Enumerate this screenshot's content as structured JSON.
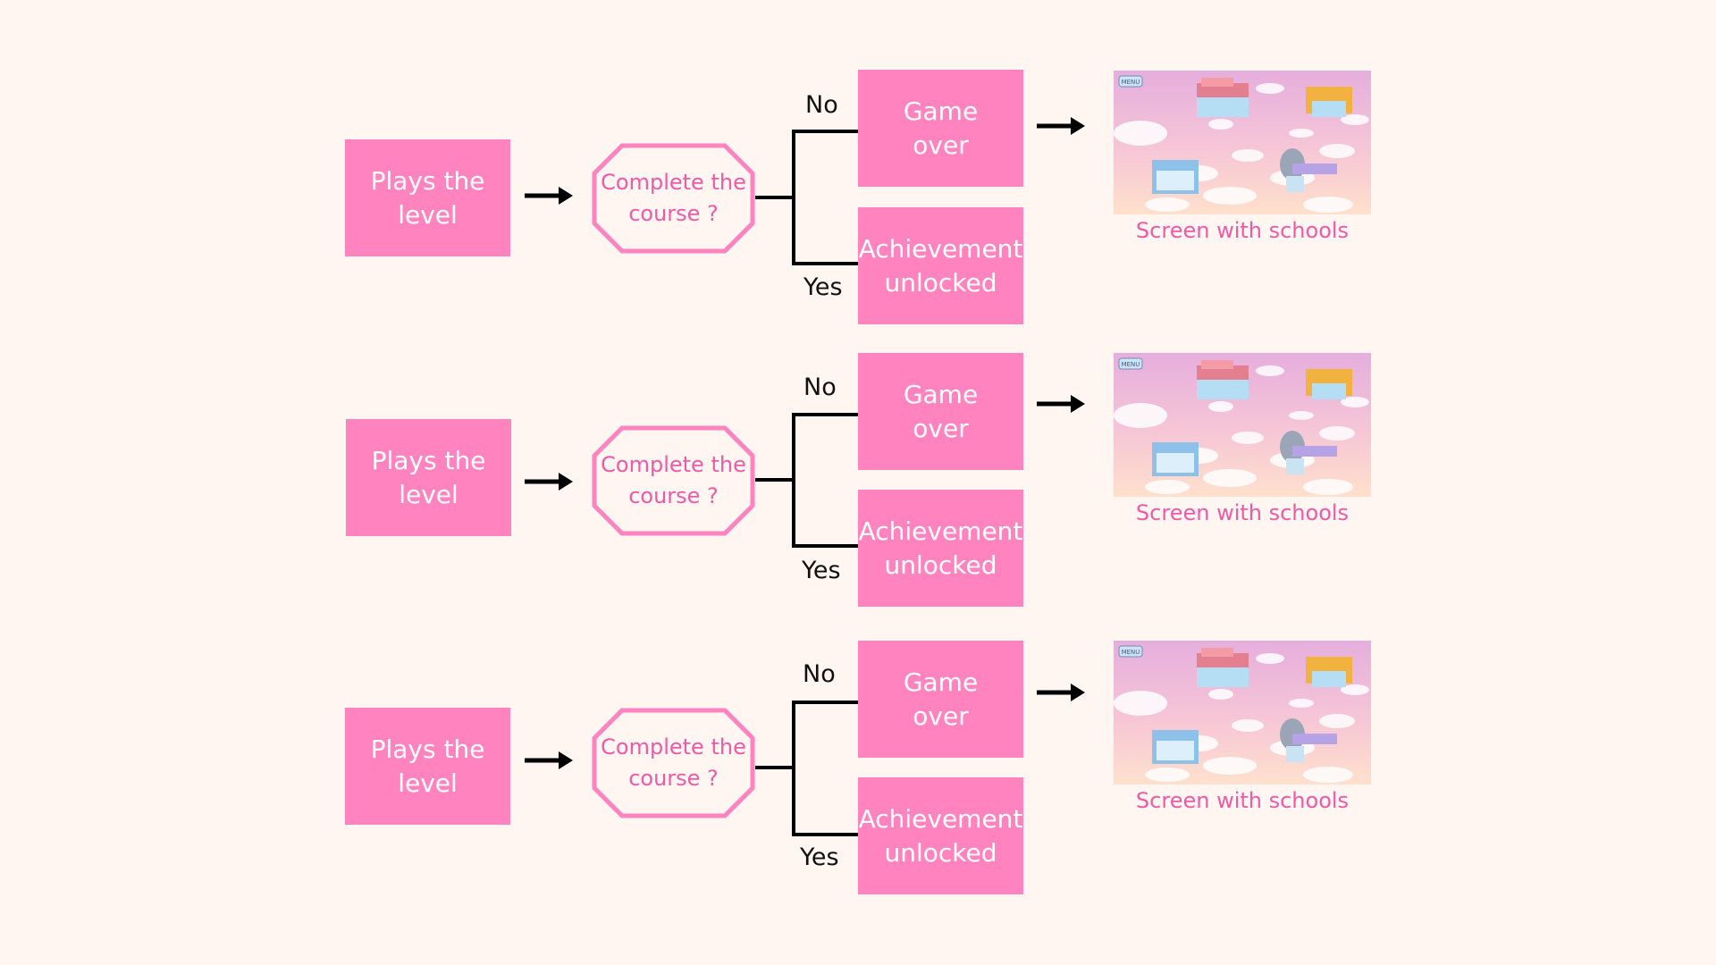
{
  "flows": [
    {
      "start": "Plays the\nlevel",
      "decision": "Complete the\ncourse ?",
      "no_label": "No",
      "yes_label": "Yes",
      "no_result": "Game\nover",
      "yes_result": "Achievement\nunlocked",
      "preview": {
        "menu_label": "MENU",
        "caption": "Screen with schools"
      }
    },
    {
      "start": "Plays the\nlevel",
      "decision": "Complete the\ncourse ?",
      "no_label": "No",
      "yes_label": "Yes",
      "no_result": "Game\nover",
      "yes_result": "Achievement\nunlocked",
      "preview": {
        "menu_label": "MENU",
        "caption": "Screen with schools"
      }
    },
    {
      "start": "Plays the\nlevel",
      "decision": "Complete the\ncourse ?",
      "no_label": "No",
      "yes_label": "Yes",
      "no_result": "Game\nover",
      "yes_result": "Achievement\nunlocked",
      "preview": {
        "menu_label": "MENU",
        "caption": "Screen with schools"
      }
    }
  ],
  "colors": {
    "background": "#FFF6F1",
    "box_fill": "#FF83BF",
    "decision_outline": "#FF83BF",
    "decision_text": "#F05AA5",
    "connector": "#000000"
  }
}
